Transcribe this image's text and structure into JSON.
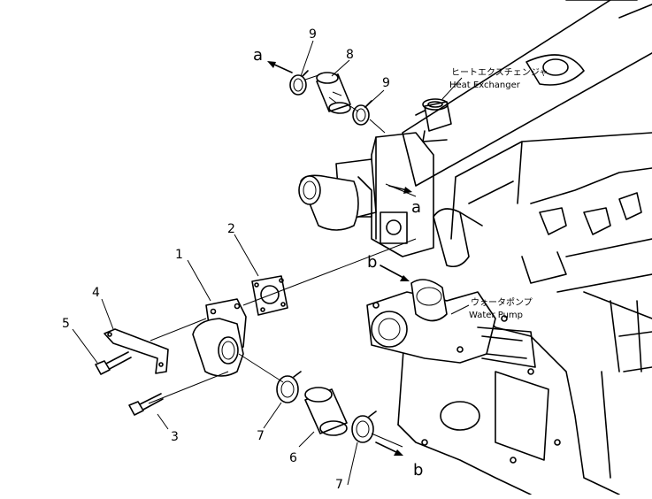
{
  "callouts": {
    "c1": "1",
    "c2": "2",
    "c3": "3",
    "c4": "4",
    "c5": "5",
    "c6": "6",
    "c7a": "7",
    "c7b": "7",
    "c8": "8",
    "c9a": "9",
    "c9b": "9"
  },
  "letters": {
    "a_top": "a",
    "a_right": "a",
    "b_left": "b",
    "b_bottom": "b"
  },
  "labels": {
    "heat_exchanger_jp": "ヒートエクスチェンジャ",
    "heat_exchanger_en": "Heat Exchanger",
    "water_pump_jp": "ウォータポンプ",
    "water_pump_en": "Water Pump"
  }
}
